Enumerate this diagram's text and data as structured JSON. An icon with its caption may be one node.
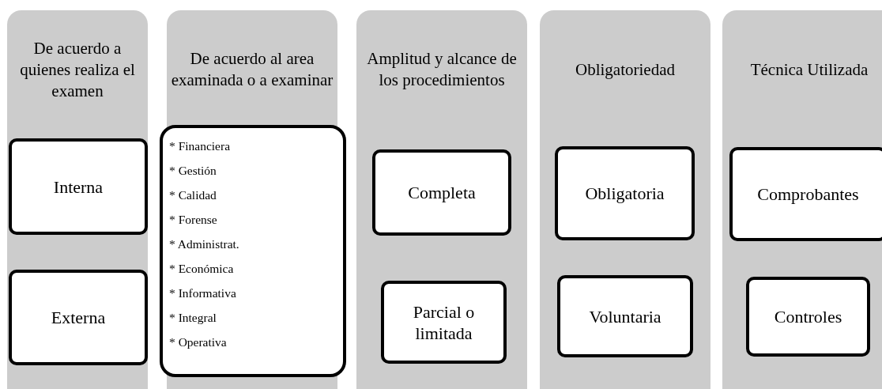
{
  "diagram": {
    "nodes": [
      {
        "text": [
          "De acuerdo a quienes realiza el examen"
        ]
      },
      {
        "text": [
          "Interna"
        ],
        "in": 0
      },
      {
        "text": [
          "Externa"
        ],
        "in": 0
      },
      {
        "text": [
          "De acuerdo al area examinada o a examinar"
        ]
      },
      {
        "text": [
          "* Financiera",
          "* Gestión",
          "* Calidad",
          "* Forense",
          "* Administrat.",
          "* Económica",
          "* Informativa",
          "* Integral",
          "* Operativa"
        ],
        "in": 3
      },
      {
        "text": [
          "Amplitud y alcance de los procedimientos"
        ]
      },
      {
        "text": [
          "Completa"
        ],
        "in": 5
      },
      {
        "text": [
          "Parcial o limitada"
        ],
        "in": 5
      },
      {
        "text": [
          "Obligatoriedad"
        ]
      },
      {
        "text": [
          "Obligatoria"
        ],
        "in": 8
      },
      {
        "text": [
          "Voluntaria"
        ],
        "in": 8
      },
      {
        "text": [
          "Técnica Utilizada"
        ]
      },
      {
        "text": [
          "Comprobantes"
        ],
        "in": 11
      },
      {
        "text": [
          "Controles"
        ],
        "in": 11
      }
    ]
  }
}
